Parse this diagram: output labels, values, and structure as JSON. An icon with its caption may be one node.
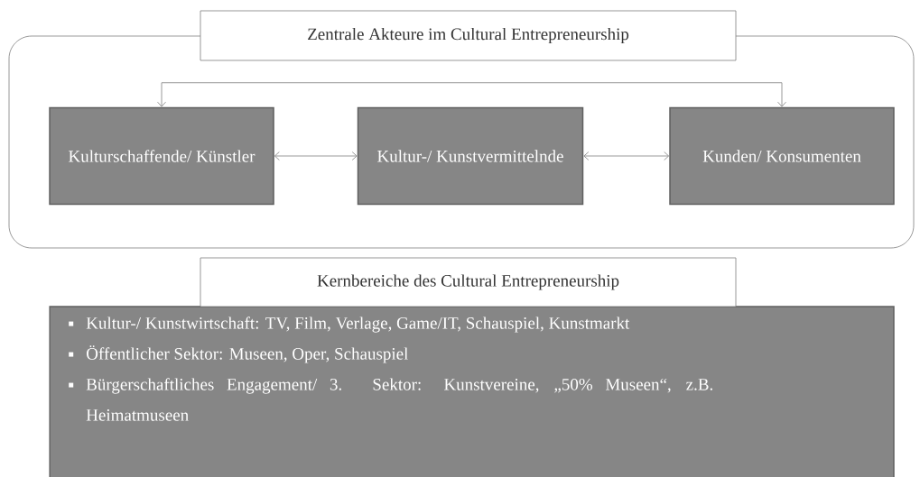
{
  "diagram": {
    "nodes": [
      {
        "text": [
          "Zentrale Akteure im Cultural Entrepreneurship"
        ]
      },
      {
        "text": [
          "Kulturschaffende/ Künstler"
        ],
        "in": 0
      },
      {
        "text": [
          "Kultur-/ Kunstvermittelnde"
        ],
        "in": 0
      },
      {
        "text": [
          "Kunden/ Konsumenten"
        ],
        "in": 0
      },
      {
        "text": [
          "Kernbereiche des Cultural Entrepreneurship",
          "Kultur-/ Kunstwirtschaft: TV, Film, Verlage, Game/IT, Schauspiel, Kunstmarkt",
          "Öffentlicher Sektor: Museen, Oper, Schauspiel",
          "Bürgerschaftliches Engagement/ 3. Sektor: Kunstvereine, „50% Museen“, z.B. Heimatmuseen"
        ]
      }
    ],
    "edges": [
      {
        "from": 1,
        "to": 3,
        "arrow": "both"
      },
      {
        "from": 1,
        "to": 2,
        "arrow": "both"
      },
      {
        "from": 2,
        "to": 3,
        "arrow": "both"
      }
    ]
  }
}
